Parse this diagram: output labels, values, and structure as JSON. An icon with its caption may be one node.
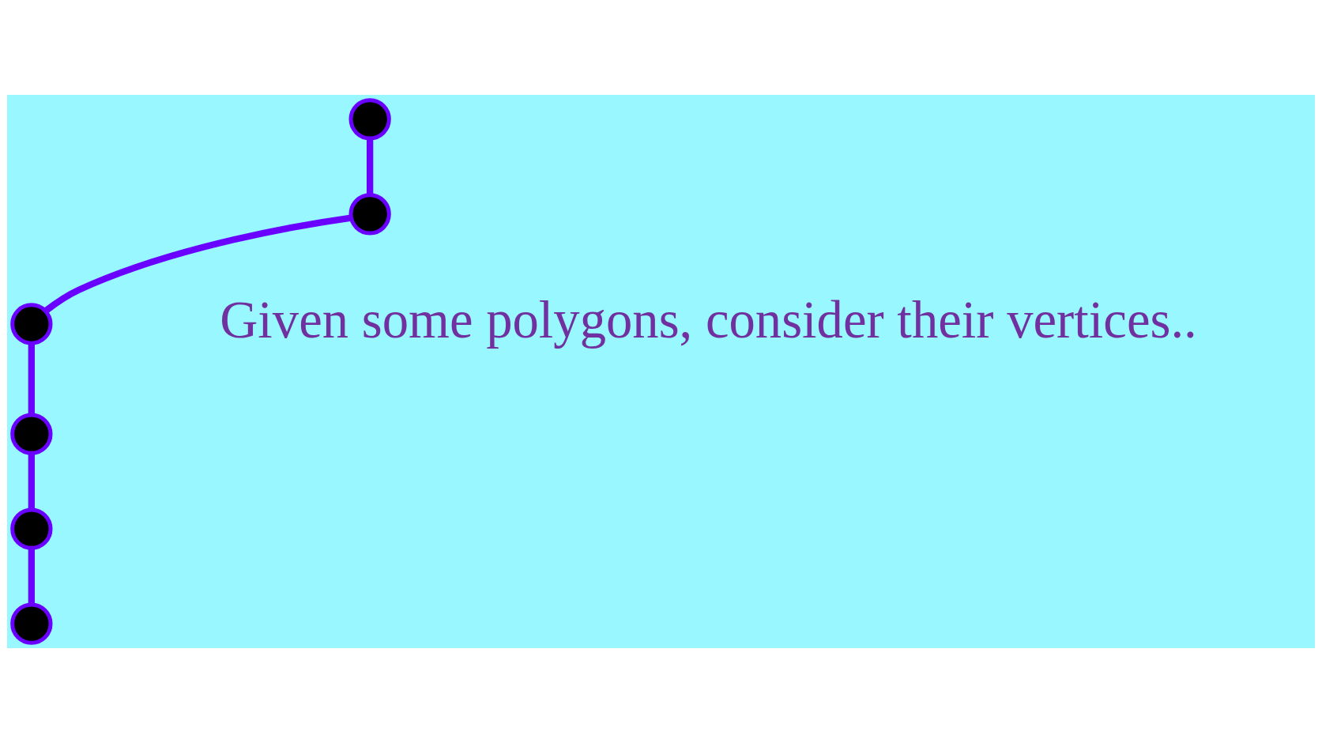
{
  "diagram": {
    "nodes": [
      {
        "text": [],
        "shape": "circle"
      },
      {
        "text": [],
        "shape": "circle"
      },
      {
        "text": [],
        "shape": "circle"
      },
      {
        "text": [],
        "shape": "circle"
      },
      {
        "text": [],
        "shape": "circle"
      },
      {
        "text": [],
        "shape": "circle"
      }
    ],
    "edges": [
      {
        "from": 0,
        "to": 2,
        "arrow": "none"
      },
      {
        "from": 2,
        "to": 1,
        "arrow": "none"
      },
      {
        "from": 1,
        "to": 3,
        "arrow": "none"
      },
      {
        "from": 3,
        "to": 4,
        "arrow": "none"
      },
      {
        "from": 4,
        "to": 5,
        "arrow": "none"
      }
    ],
    "labels": [
      "Given some polygons, consider their vertices.."
    ]
  }
}
